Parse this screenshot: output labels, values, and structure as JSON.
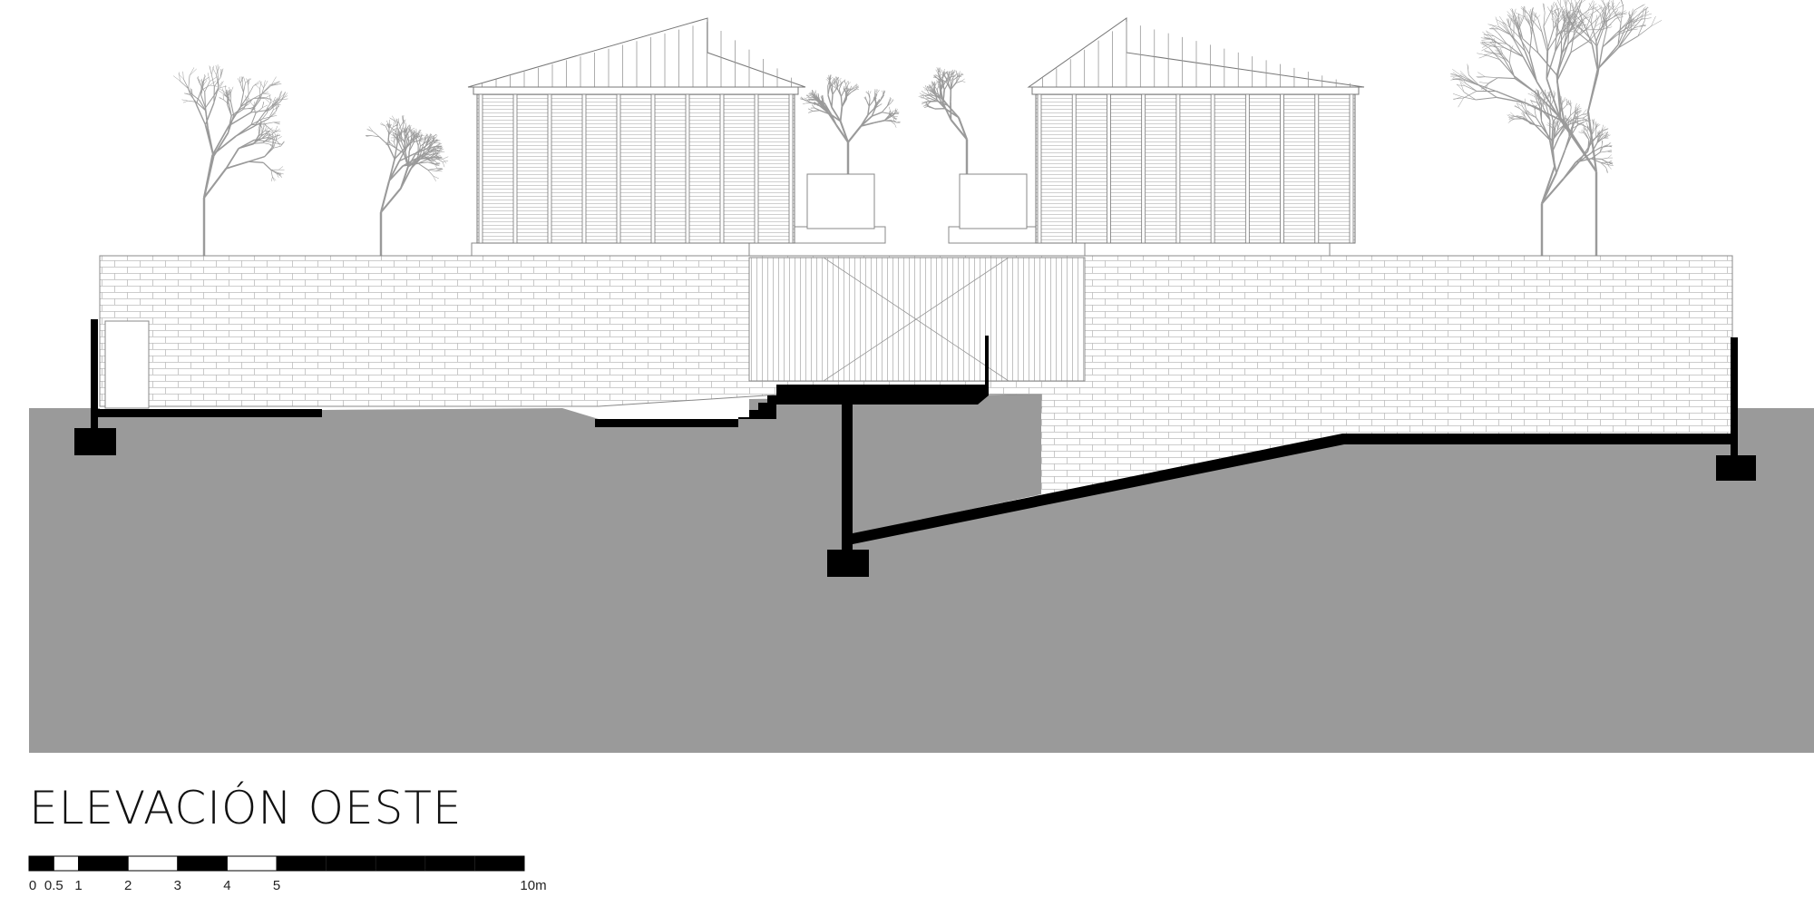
{
  "drawing": {
    "title": "ELEVACIÓN OESTE",
    "colors": {
      "ground": "#9a9a9a",
      "section_fill": "#000000",
      "linework": "#8a8a8a",
      "background": "#ffffff"
    },
    "scale_bar": {
      "labels": [
        "0",
        "0.5",
        "1",
        "2",
        "3",
        "4",
        "5",
        "10m"
      ],
      "label_values_m": [
        0,
        0.5,
        1,
        2,
        3,
        4,
        5,
        10
      ],
      "segments_m": [
        {
          "from": 0,
          "to": 0.5,
          "fill": "black"
        },
        {
          "from": 0.5,
          "to": 1,
          "fill": "white"
        },
        {
          "from": 1,
          "to": 2,
          "fill": "black"
        },
        {
          "from": 2,
          "to": 3,
          "fill": "white"
        },
        {
          "from": 3,
          "to": 4,
          "fill": "black"
        },
        {
          "from": 4,
          "to": 5,
          "fill": "white"
        },
        {
          "from": 5,
          "to": 10,
          "fill": "black"
        }
      ]
    },
    "elements": [
      "brick-wall",
      "wooden-gate",
      "pavilion-left",
      "pavilion-right",
      "planter-left",
      "planter-right",
      "trees",
      "ground-section",
      "footings"
    ]
  }
}
